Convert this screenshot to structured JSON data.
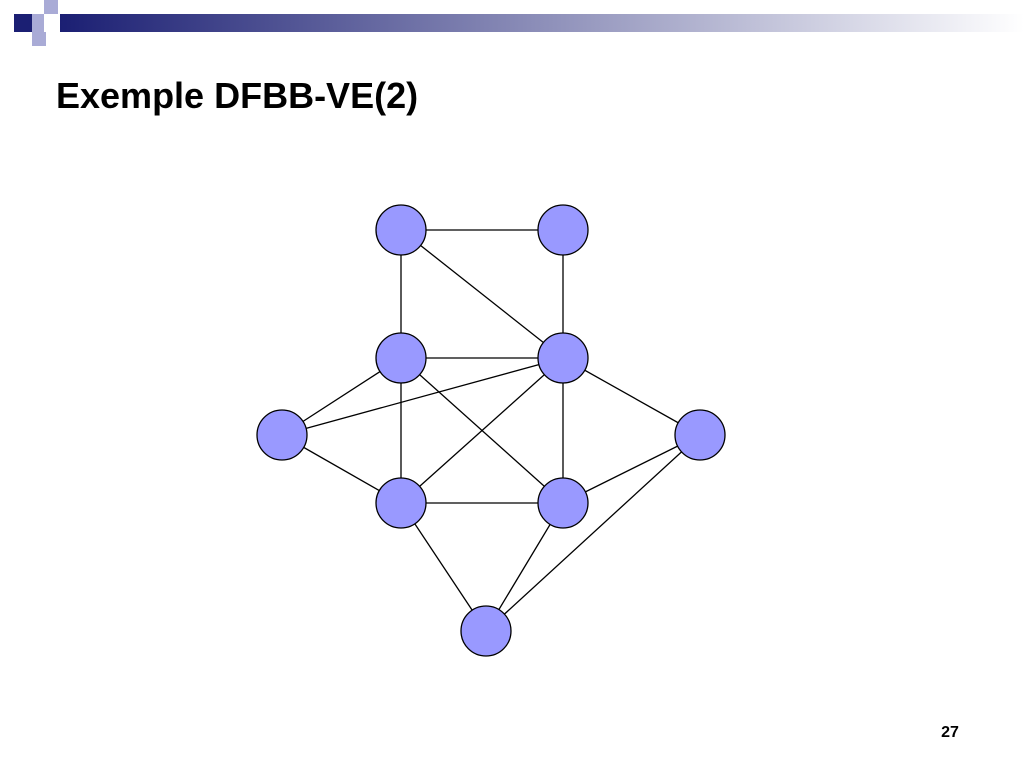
{
  "slide": {
    "title": "Exemple DFBB-VE(2)",
    "page_number": "27"
  },
  "theme": {
    "bar_gradient_start": "#1b1f73",
    "bar_gradient_end": "#ffffff",
    "square_dark": "#1b1f73",
    "square_light": "#a9abd6",
    "node_fill": "#9999ff",
    "node_stroke": "#000000",
    "edge_stroke": "#000000"
  },
  "graph": {
    "node_count": 9,
    "edges": [
      [
        0,
        1
      ],
      [
        0,
        2
      ],
      [
        0,
        3
      ],
      [
        1,
        3
      ],
      [
        2,
        3
      ],
      [
        2,
        4
      ],
      [
        2,
        5
      ],
      [
        2,
        6
      ],
      [
        3,
        4
      ],
      [
        3,
        5
      ],
      [
        3,
        6
      ],
      [
        3,
        7
      ],
      [
        4,
        5
      ],
      [
        5,
        6
      ],
      [
        5,
        8
      ],
      [
        6,
        7
      ],
      [
        6,
        8
      ],
      [
        7,
        8
      ]
    ]
  }
}
